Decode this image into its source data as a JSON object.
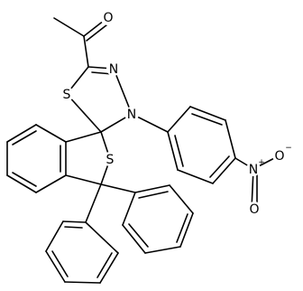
{
  "colors": {
    "bond": "#000000",
    "label": "#000000",
    "background": "#ffffff"
  },
  "atoms": {
    "acetyl_oxygen": "O",
    "imine_nitrogen": "N",
    "amine_nitrogen": "N",
    "ring_sulfur_upper": "S",
    "ring_sulfur_spiro": "S",
    "nitro_nitrogen": "N",
    "nitro_oxygen_upper": "O",
    "nitro_oxygen_lower": "O"
  },
  "charges": {
    "nitro_nitrogen": "+",
    "nitro_oxygen_upper": "−"
  }
}
